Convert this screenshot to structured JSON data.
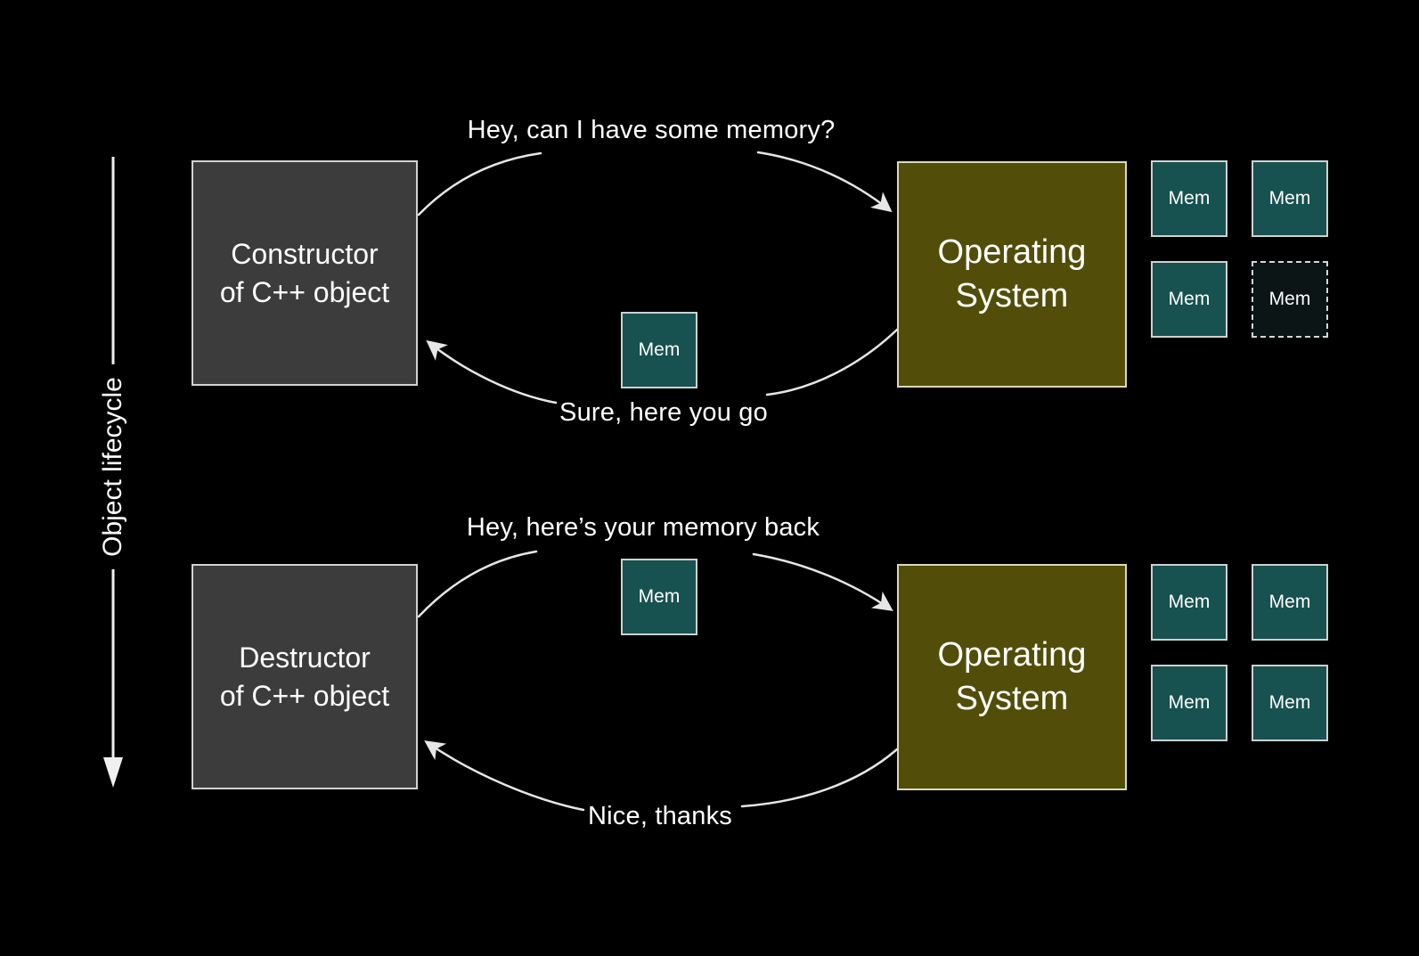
{
  "colors": {
    "background": "#000000",
    "actor_box": "#3c3c3c",
    "os_box": "#524d09",
    "mem_allocated": "#175150",
    "mem_empty": "#0c1515",
    "arrow_stroke": "#e6e6e6",
    "text": "#ffffff"
  },
  "lifecycle": {
    "label": "Object lifecycle"
  },
  "top_flow": {
    "request_label": "Hey, can I have some memory?",
    "response_label": "Sure, here you go",
    "actor": {
      "line1": "Constructor",
      "line2": "of C++ object"
    },
    "os": {
      "line1": "Operating",
      "line2": "System"
    },
    "transfer_mem_label": "Mem",
    "mem_grid": [
      {
        "label": "Mem",
        "state": "allocated"
      },
      {
        "label": "Mem",
        "state": "allocated"
      },
      {
        "label": "Mem",
        "state": "allocated"
      },
      {
        "label": "Mem",
        "state": "given-away"
      }
    ]
  },
  "bottom_flow": {
    "request_label": "Hey, here’s your memory back",
    "response_label": "Nice, thanks",
    "actor": {
      "line1": "Destructor",
      "line2": "of C++ object"
    },
    "os": {
      "line1": "Operating",
      "line2": "System"
    },
    "transfer_mem_label": "Mem",
    "mem_grid": [
      {
        "label": "Mem",
        "state": "allocated"
      },
      {
        "label": "Mem",
        "state": "allocated"
      },
      {
        "label": "Mem",
        "state": "allocated"
      },
      {
        "label": "Mem",
        "state": "allocated"
      }
    ]
  }
}
